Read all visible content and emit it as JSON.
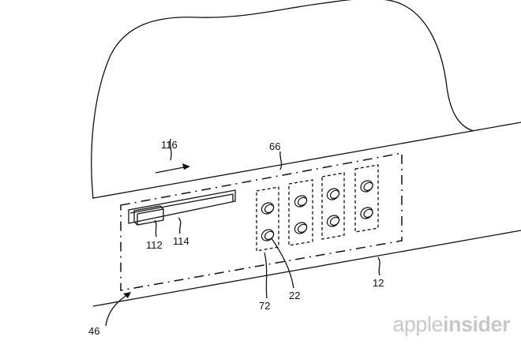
{
  "figure": {
    "labels": {
      "direction": "116",
      "region_boundary": "66",
      "slider_knob": "112",
      "slider_track": "114",
      "button_group": "72",
      "button": "22",
      "housing": "12",
      "region": "46"
    }
  },
  "watermark": {
    "light": "apple",
    "bold": "insider"
  }
}
